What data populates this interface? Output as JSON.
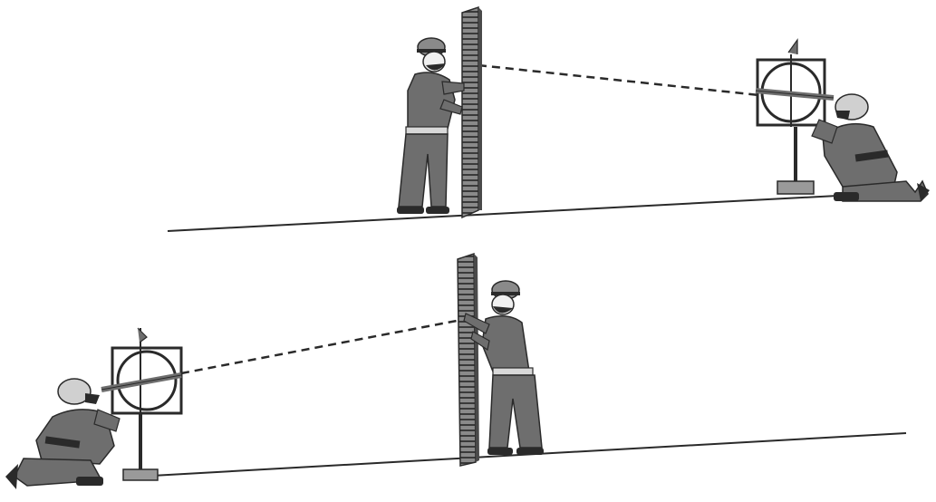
{
  "scenes": [
    {
      "id": "top",
      "elements": [
        "ground-line",
        "survey-rod",
        "rod-holder-person",
        "sighting-device",
        "device-operator-person",
        "line-of-sight"
      ]
    },
    {
      "id": "bottom",
      "elements": [
        "ground-line",
        "survey-rod",
        "rod-holder-person",
        "sighting-device",
        "device-operator-person",
        "line-of-sight"
      ]
    }
  ],
  "colors": {
    "ink": "#2a2a2a",
    "figure_fill": "#6e6e6e",
    "figure_dark": "#444444",
    "helmet": "#8a8a8a",
    "rod_fill": "#7a7a7a",
    "rod_stripe": "#3a3a3a",
    "background": "#ffffff"
  },
  "icons": [
    "rod-holder-person-icon",
    "kneeling-surveyor-icon",
    "sighting-device-icon",
    "survey-rod-icon"
  ]
}
